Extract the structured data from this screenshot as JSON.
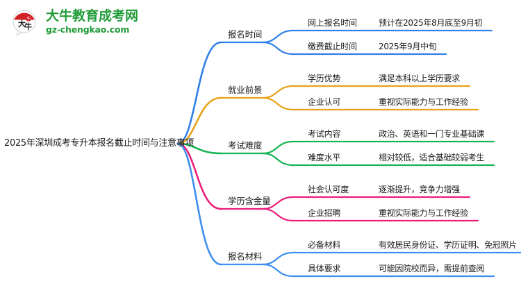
{
  "logo": {
    "name": "大牛教育成考网",
    "domain": "gz-chengkao.com",
    "mark_text": "大牛",
    "brand_color": "#1f9b38",
    "mark_color": "#d12026"
  },
  "mindmap": {
    "root": "2025年深圳成考专升本报名截止时间与注意事项",
    "branches": [
      {
        "label": "报名时间",
        "color": "#2f7fe8",
        "children": [
          {
            "label": "网上报名时间",
            "desc": "预计在2025年8月底至9月初"
          },
          {
            "label": "缴费截止时间",
            "desc": "2025年9月中旬"
          }
        ]
      },
      {
        "label": "就业前景",
        "color": "#e8a117",
        "children": [
          {
            "label": "学历优势",
            "desc": "满足本科以上学历要求"
          },
          {
            "label": "企业认可",
            "desc": "重视实际能力与工作经验"
          }
        ]
      },
      {
        "label": "考试难度",
        "color": "#17b253",
        "children": [
          {
            "label": "考试内容",
            "desc": "政治、英语和一门专业基础课"
          },
          {
            "label": "难度水平",
            "desc": "相对较低，适合基础较弱考生"
          }
        ]
      },
      {
        "label": "学历含金量",
        "color": "#ec1d7a",
        "children": [
          {
            "label": "社会认可度",
            "desc": "逐渐提升，竞争力增强"
          },
          {
            "label": "企业招聘",
            "desc": "重视实际能力与工作经验"
          }
        ]
      },
      {
        "label": "报名材料",
        "color": "#3d8ef0",
        "children": [
          {
            "label": "必备材料",
            "desc": "有效居民身份证、学历证明、免冠照片"
          },
          {
            "label": "具体要求",
            "desc": "可能因院校而异，需提前查阅"
          }
        ]
      }
    ]
  }
}
